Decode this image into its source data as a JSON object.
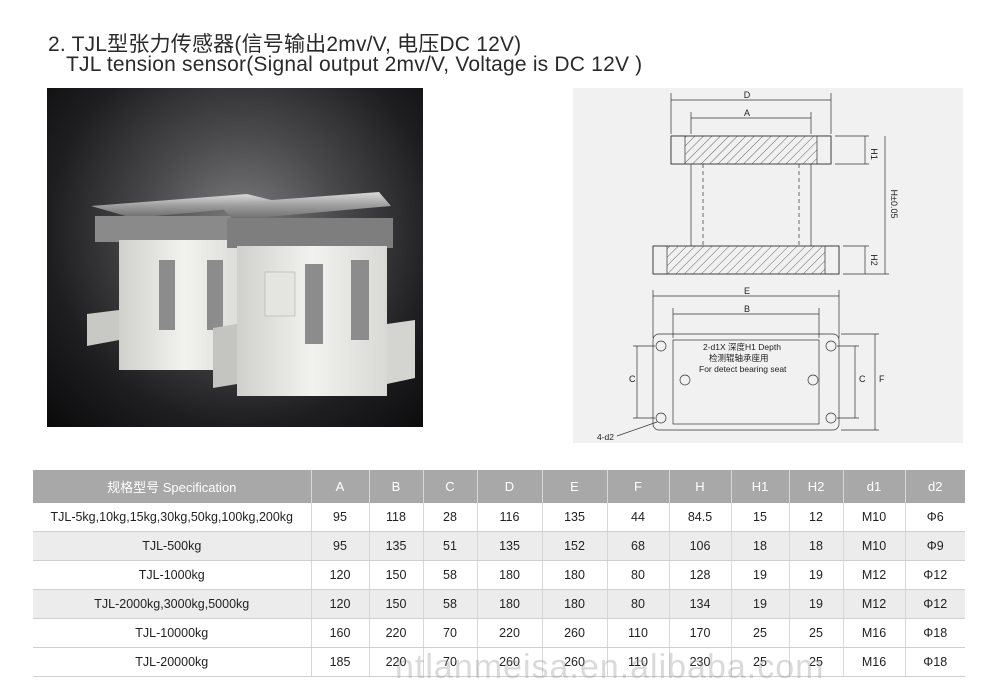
{
  "heading": {
    "line1": "2. TJL型张力传感器(信号输出2mv/V, 电压DC 12V)",
    "line2": "TJL tension sensor(Signal output 2mv/V, Voltage is DC 12V )"
  },
  "drawing": {
    "label_D": "D",
    "label_A": "A",
    "label_H1": "H1",
    "label_H": "H±0.05",
    "label_H2": "H2",
    "label_E": "E",
    "label_B": "B",
    "label_C_left": "C",
    "label_C_right": "C",
    "label_F": "F",
    "note1": "2-d1X 深度H1 Depth",
    "note2": "检测辊轴承座用",
    "note3": "For detect bearing seat",
    "label_4d2": "4-d2"
  },
  "table": {
    "headers": [
      "规格型号 Specification",
      "A",
      "B",
      "C",
      "D",
      "E",
      "F",
      "H",
      "H1",
      "H2",
      "d1",
      "d2"
    ],
    "rows": [
      [
        "TJL-5kg,10kg,15kg,30kg,50kg,100kg,200kg",
        "95",
        "118",
        "28",
        "116",
        "135",
        "44",
        "84.5",
        "15",
        "12",
        "M10",
        "Φ6"
      ],
      [
        "TJL-500kg",
        "95",
        "135",
        "51",
        "135",
        "152",
        "68",
        "106",
        "18",
        "18",
        "M10",
        "Φ9"
      ],
      [
        "TJL-1000kg",
        "120",
        "150",
        "58",
        "180",
        "180",
        "80",
        "128",
        "19",
        "19",
        "M12",
        "Φ12"
      ],
      [
        "TJL-2000kg,3000kg,5000kg",
        "120",
        "150",
        "58",
        "180",
        "180",
        "80",
        "134",
        "19",
        "19",
        "M12",
        "Φ12"
      ],
      [
        "TJL-10000kg",
        "160",
        "220",
        "70",
        "220",
        "260",
        "110",
        "170",
        "25",
        "25",
        "M16",
        "Φ18"
      ],
      [
        "TJL-20000kg",
        "185",
        "220",
        "70",
        "260",
        "260",
        "110",
        "230",
        "25",
        "25",
        "M16",
        "Φ18"
      ]
    ]
  },
  "watermark": "ntlanmeisa.en.alibaba.com"
}
